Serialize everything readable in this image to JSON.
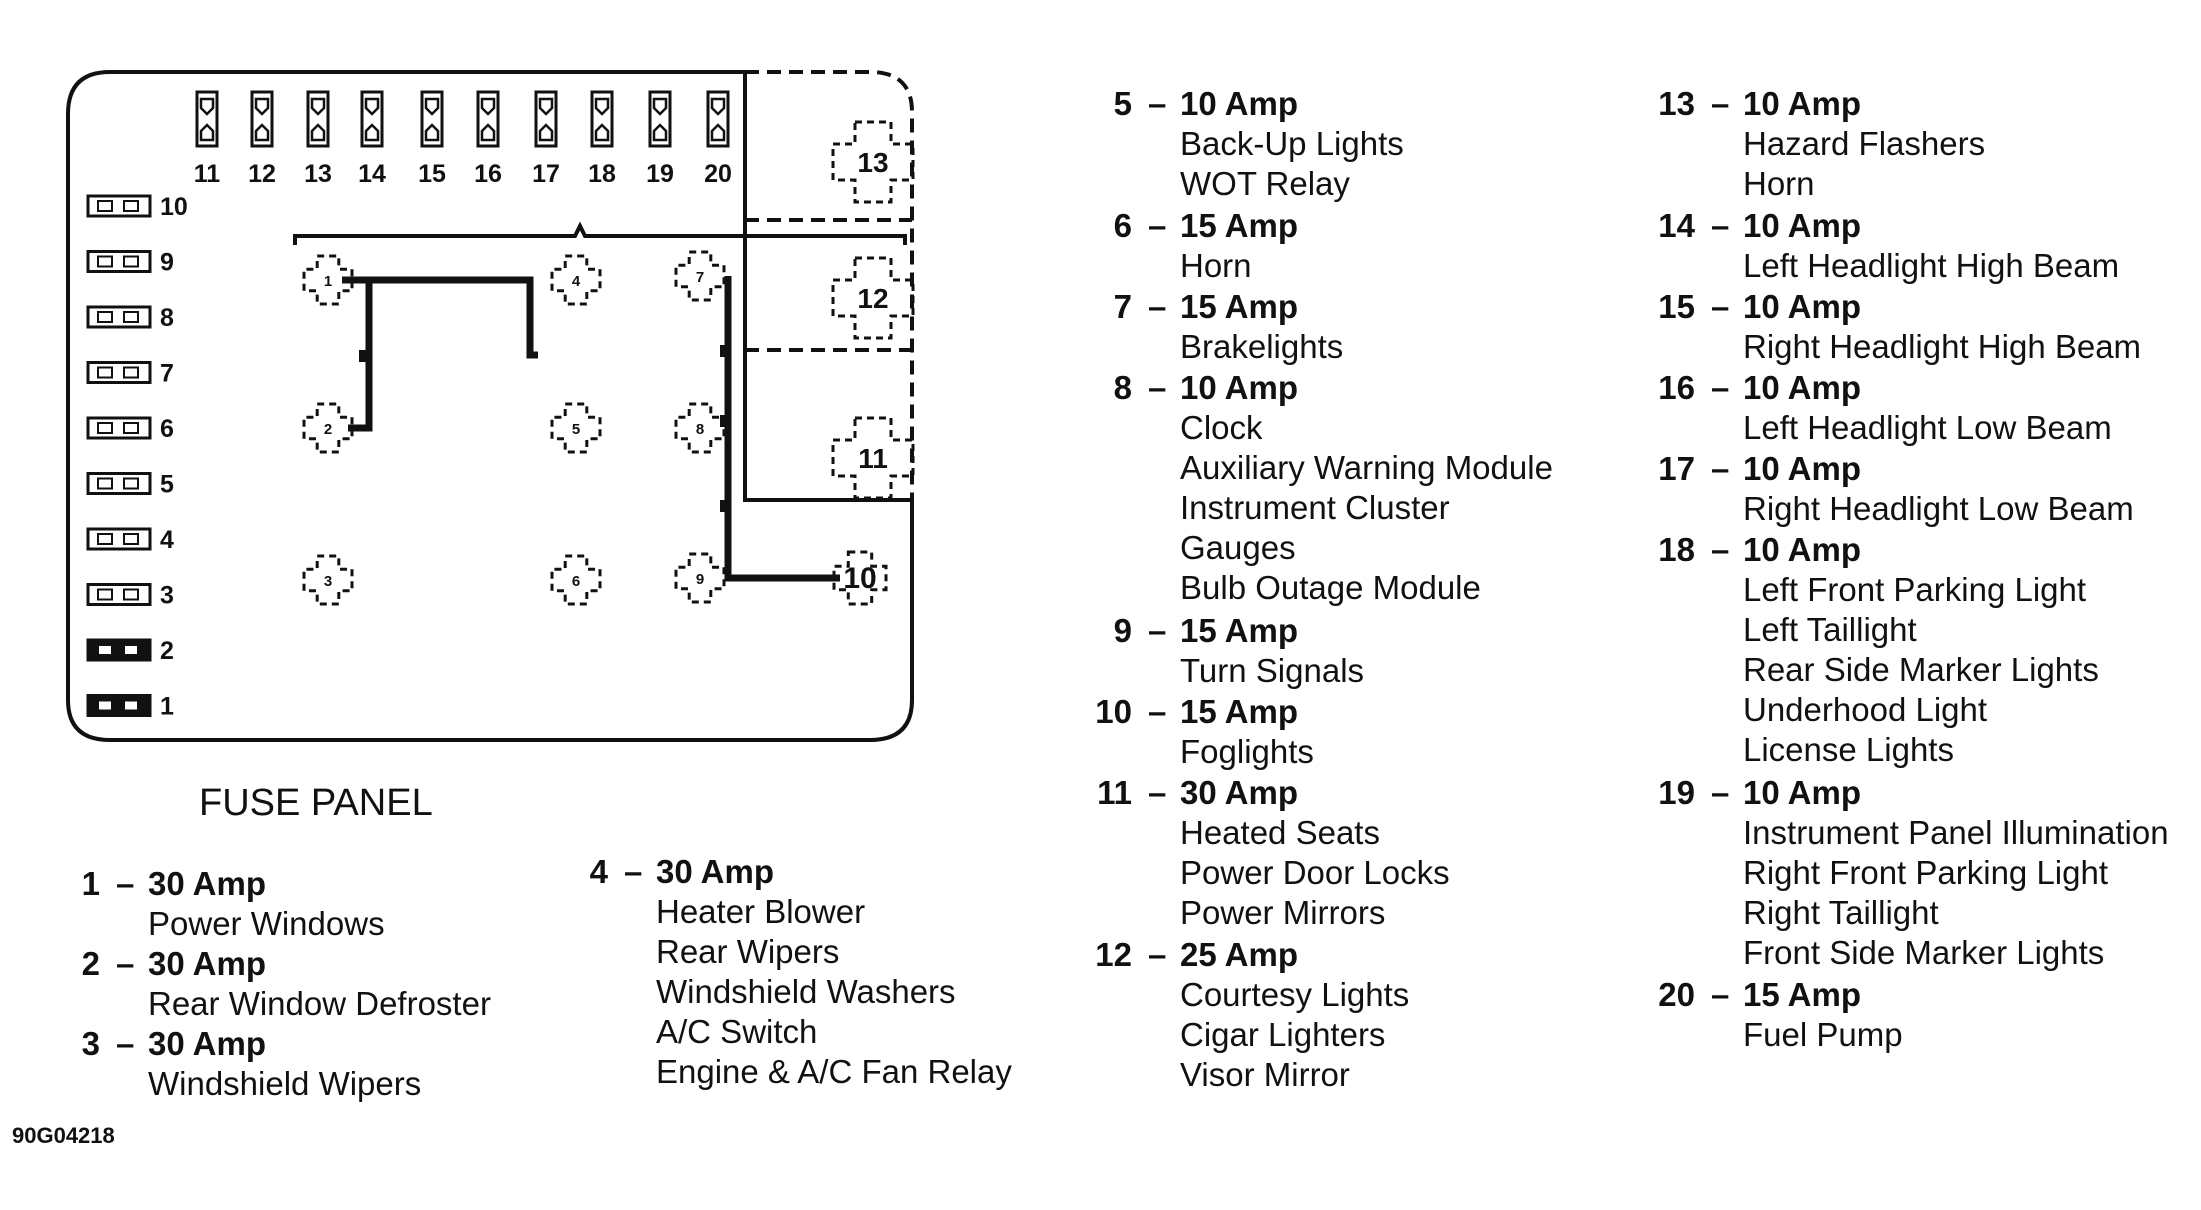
{
  "panel_title": "FUSE PANEL",
  "figure_code": "90G04218",
  "dash": "–",
  "top_fuse_numbers": [
    "11",
    "12",
    "13",
    "14",
    "15",
    "16",
    "17",
    "18",
    "19",
    "20"
  ],
  "side_fuse_numbers": [
    "10",
    "9",
    "8",
    "7",
    "6",
    "5",
    "4",
    "3",
    "2",
    "1"
  ],
  "relay_slot_labels": [
    "1",
    "2",
    "3",
    "4",
    "5",
    "6",
    "7",
    "8",
    "9",
    "10"
  ],
  "side_box_labels": [
    "13",
    "12",
    "11"
  ],
  "fuses": [
    {
      "number": "1",
      "rating": "30 Amp",
      "circuits": [
        "Power Windows"
      ]
    },
    {
      "number": "2",
      "rating": "30 Amp",
      "circuits": [
        "Rear Window Defroster"
      ]
    },
    {
      "number": "3",
      "rating": "30 Amp",
      "circuits": [
        "Windshield Wipers"
      ]
    },
    {
      "number": "4",
      "rating": "30 Amp",
      "circuits": [
        "Heater Blower",
        "Rear Wipers",
        "Windshield Washers",
        "A/C Switch",
        "Engine & A/C Fan Relay"
      ]
    },
    {
      "number": "5",
      "rating": "10 Amp",
      "circuits": [
        "Back-Up Lights",
        "WOT Relay"
      ]
    },
    {
      "number": "6",
      "rating": "15 Amp",
      "circuits": [
        "Horn"
      ]
    },
    {
      "number": "7",
      "rating": "15 Amp",
      "circuits": [
        "Brakelights"
      ]
    },
    {
      "number": "8",
      "rating": "10 Amp",
      "circuits": [
        "Clock",
        "Auxiliary Warning Module",
        "Instrument Cluster",
        "Gauges",
        "Bulb Outage Module"
      ]
    },
    {
      "number": "9",
      "rating": "15 Amp",
      "circuits": [
        "Turn Signals"
      ]
    },
    {
      "number": "10",
      "rating": "15 Amp",
      "circuits": [
        "Foglights"
      ]
    },
    {
      "number": "11",
      "rating": "30 Amp",
      "circuits": [
        "Heated Seats",
        "Power Door Locks",
        "Power Mirrors"
      ]
    },
    {
      "number": "12",
      "rating": "25 Amp",
      "circuits": [
        "Courtesy Lights",
        "Cigar Lighters",
        "Visor Mirror"
      ]
    },
    {
      "number": "13",
      "rating": "10 Amp",
      "circuits": [
        "Hazard Flashers",
        "Horn"
      ]
    },
    {
      "number": "14",
      "rating": "10 Amp",
      "circuits": [
        "Left Headlight High Beam"
      ]
    },
    {
      "number": "15",
      "rating": "10 Amp",
      "circuits": [
        "Right Headlight High Beam"
      ]
    },
    {
      "number": "16",
      "rating": "10 Amp",
      "circuits": [
        "Left Headlight Low Beam"
      ]
    },
    {
      "number": "17",
      "rating": "10 Amp",
      "circuits": [
        "Right Headlight Low Beam"
      ]
    },
    {
      "number": "18",
      "rating": "10 Amp",
      "circuits": [
        "Left Front Parking Light",
        "Left Taillight",
        "Rear Side Marker Lights",
        "Underhood Light",
        "License Lights"
      ]
    },
    {
      "number": "19",
      "rating": "10 Amp",
      "circuits": [
        "Instrument Panel Illumination",
        "Right Front Parking Light",
        "Right Taillight",
        "Front Side Marker Lights"
      ]
    },
    {
      "number": "20",
      "rating": "15 Amp",
      "circuits": [
        "Fuel Pump"
      ]
    }
  ]
}
